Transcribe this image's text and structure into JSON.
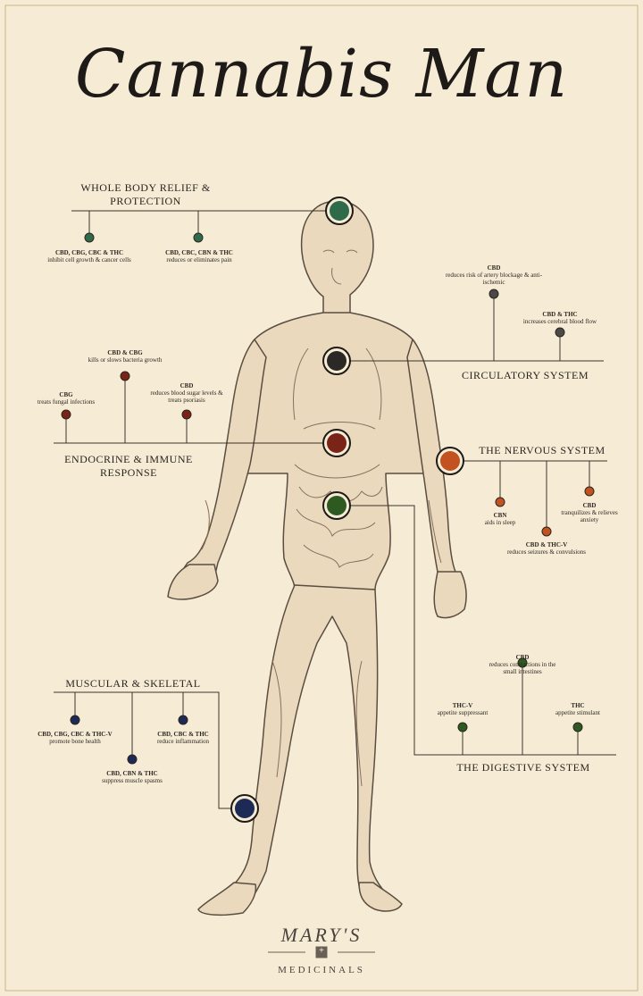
{
  "title": "Cannabis Man",
  "colors": {
    "background": "#f6ecd5",
    "line": "#3a332d",
    "green": "#2f6b4a",
    "dark": "#2b2825",
    "red": "#7a2417",
    "orange": "#c2521f",
    "darkgreen": "#2e5a22",
    "navy": "#1c2a55"
  },
  "sections": {
    "whole_body": {
      "heading": "WHOLE BODY RELIEF & PROTECTION",
      "items": [
        {
          "head": "CBD, CBG, CBC & THC",
          "text": "inhibit cell growth & cancer cells"
        },
        {
          "head": "CBD, CBC, CBN & THC",
          "text": "reduces or eliminates pain"
        }
      ]
    },
    "circulatory": {
      "heading": "CIRCULATORY SYSTEM",
      "items": [
        {
          "head": "CBD",
          "text": "reduces risk of artery blockage & anti-ischemic"
        },
        {
          "head": "CBD & THC",
          "text": "increases cerebral blood flow"
        }
      ]
    },
    "endocrine": {
      "heading": "ENDOCRINE & IMMUNE RESPONSE",
      "items": [
        {
          "head": "CBD & CBG",
          "text": "kills or slows bacteria growth"
        },
        {
          "head": "CBG",
          "text": "treats fungal infections"
        },
        {
          "head": "CBD",
          "text": "reduces blood sugar levels & treats psoriasis"
        }
      ]
    },
    "nervous": {
      "heading": "THE NERVOUS SYSTEM",
      "items": [
        {
          "head": "CBN",
          "text": "aids in sleep"
        },
        {
          "head": "CBD",
          "text": "tranquilizes & relieves anxiety"
        },
        {
          "head": "CBD & THC-V",
          "text": "reduces seizures & convulsions"
        }
      ]
    },
    "muscular": {
      "heading": "MUSCULAR & SKELETAL",
      "items": [
        {
          "head": "CBD, CBG, CBC & THC-V",
          "text": "promote bone health"
        },
        {
          "head": "CBD, CBC & THC",
          "text": "reduce inflammation"
        },
        {
          "head": "CBD, CBN & THC",
          "text": "suppress muscle spasms"
        }
      ]
    },
    "digestive": {
      "heading": "THE DIGESTIVE SYSTEM",
      "items": [
        {
          "head": "CBD",
          "text": "reduces contractions in the small intestines"
        },
        {
          "head": "THC-V",
          "text": "appetite suppressant"
        },
        {
          "head": "THC",
          "text": "appetite stimulant"
        }
      ]
    }
  },
  "logo": {
    "brand": "MARY'S",
    "sub": "MEDICINALS",
    "emblem": "+"
  }
}
